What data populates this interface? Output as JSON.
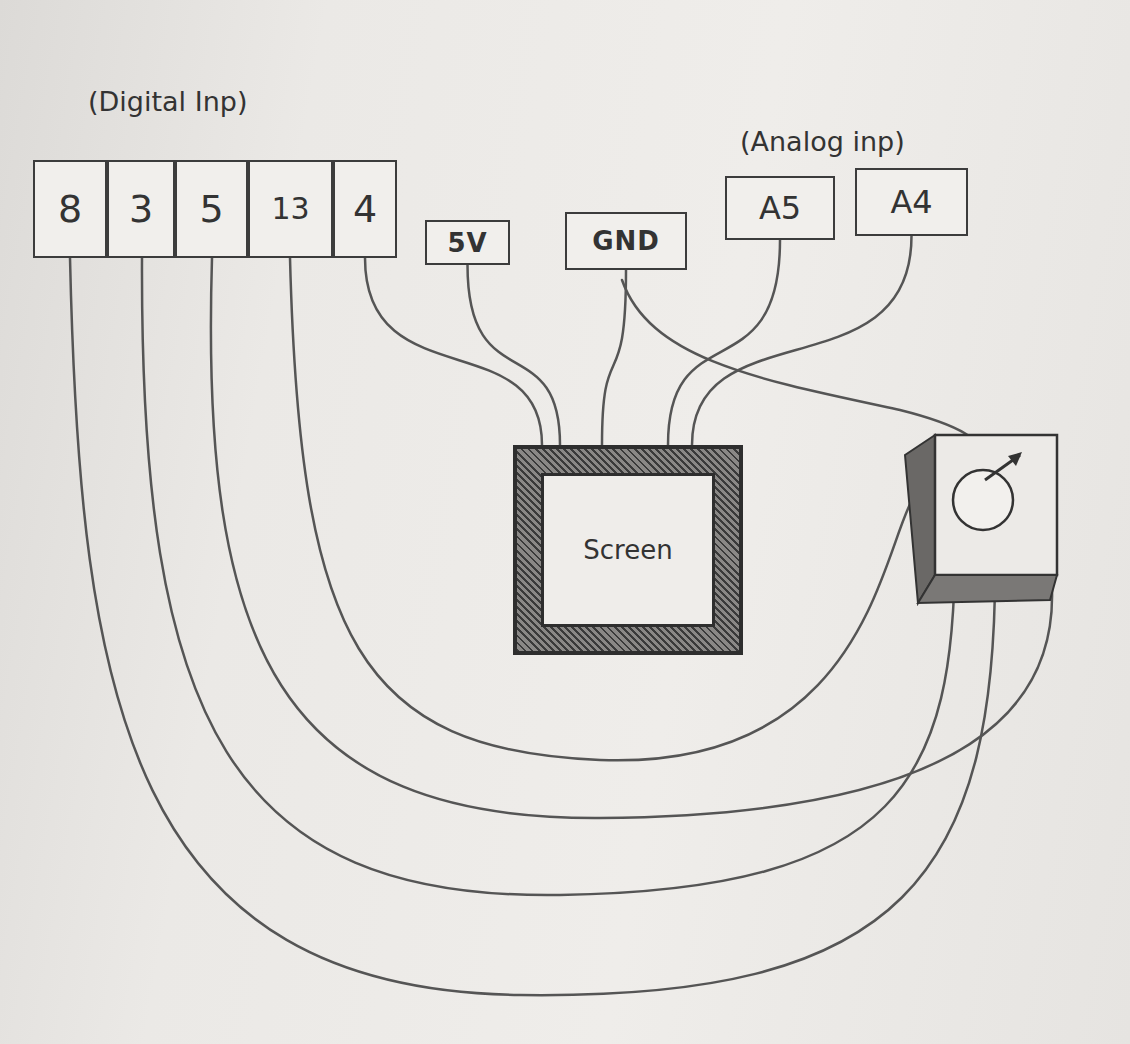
{
  "diagram": {
    "nodes": [
      {
        "text": [
          "8"
        ]
      },
      {
        "text": [
          "3"
        ]
      },
      {
        "text": [
          "5"
        ]
      },
      {
        "text": [
          "13"
        ]
      },
      {
        "text": [
          "4"
        ]
      },
      {
        "text": [
          "5V"
        ]
      },
      {
        "text": [
          "GND"
        ]
      },
      {
        "text": [
          "A5"
        ]
      },
      {
        "text": [
          "A4"
        ]
      },
      {
        "text": [
          "Screen"
        ]
      }
    ],
    "edges": [
      {
        "from": 4,
        "to": 9,
        "arrow": "none"
      },
      {
        "from": 5,
        "to": 9,
        "arrow": "none"
      },
      {
        "from": 6,
        "to": 9,
        "arrow": "none"
      },
      {
        "from": 7,
        "to": 9,
        "arrow": "none"
      },
      {
        "from": 8,
        "to": 9,
        "arrow": "none"
      }
    ],
    "labels": [
      "(Digital Inp)",
      "(Analog inp)"
    ]
  }
}
